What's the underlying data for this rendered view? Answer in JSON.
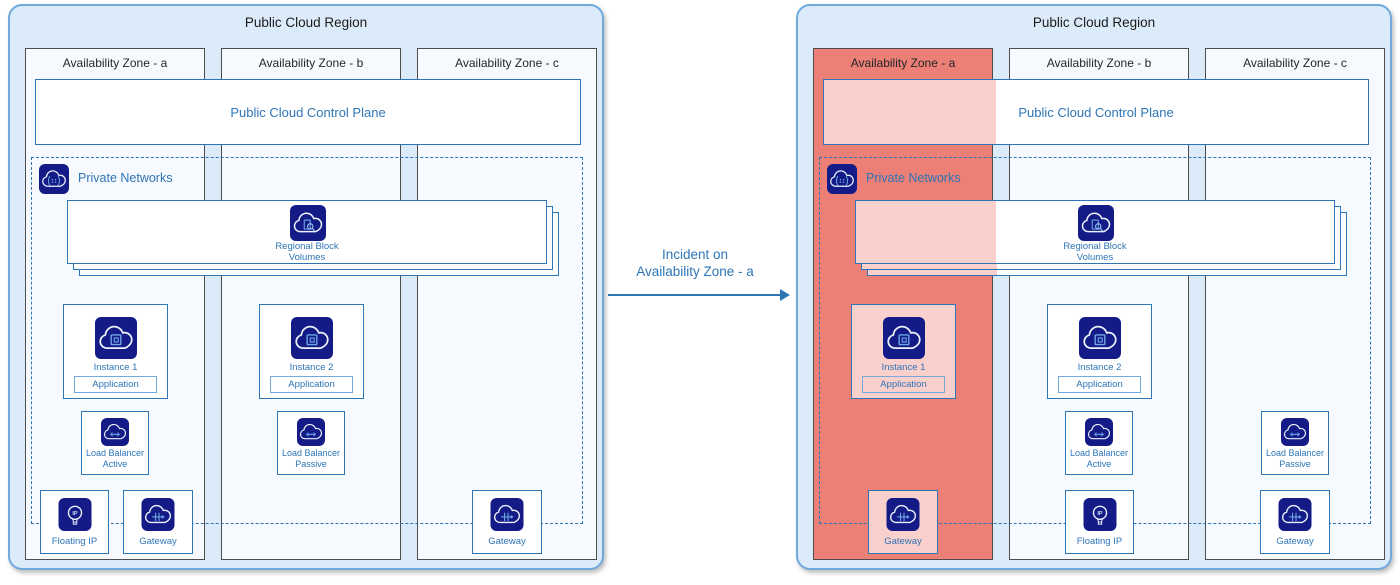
{
  "region_title": "Public Cloud Region",
  "zones": {
    "a": "Availability Zone - a",
    "b": "Availability Zone - b",
    "c": "Availability Zone - c"
  },
  "control_plane_label": "Public Cloud Control Plane",
  "private_networks_label": "Private Networks",
  "regional_block_volumes": {
    "line1": "Regional Block",
    "line2": "Volumes"
  },
  "nodes": {
    "instance1": "Instance 1",
    "instance2": "Instance 2",
    "application": "Application",
    "load_balancer": "Load Balancer",
    "active": "Active",
    "passive": "Passive",
    "floating_ip": "Floating IP",
    "gateway": "Gateway"
  },
  "connector": {
    "line1": "Incident on",
    "line2": "Availability Zone - a"
  },
  "colors": {
    "accent_blue": "#2E75B6",
    "region_fill": "#DCEBF9",
    "region_border": "#71A9DC",
    "zone_fill": "#F6FAFE",
    "zone_border": "#4D4D4D",
    "icon_navy": "#141B87",
    "incident_red": "#EC7F76",
    "incident_pink": "#FAD0CC"
  }
}
